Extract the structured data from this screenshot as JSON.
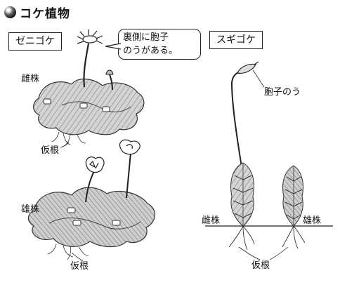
{
  "title": "コケ植物",
  "zenigoke": {
    "name": "ゼニゴケ",
    "callout": [
      "裏側に胞子",
      "のうがある。"
    ],
    "female_label": "雌株",
    "male_label": "雄株",
    "rhizoid_label_top": "仮根",
    "rhizoid_label_bottom": "仮根"
  },
  "sugigoke": {
    "name": "スギゴケ",
    "capsule_label": "胞子のう",
    "female_label": "雌株",
    "male_label": "雄株",
    "rhizoid_label": "仮根"
  }
}
